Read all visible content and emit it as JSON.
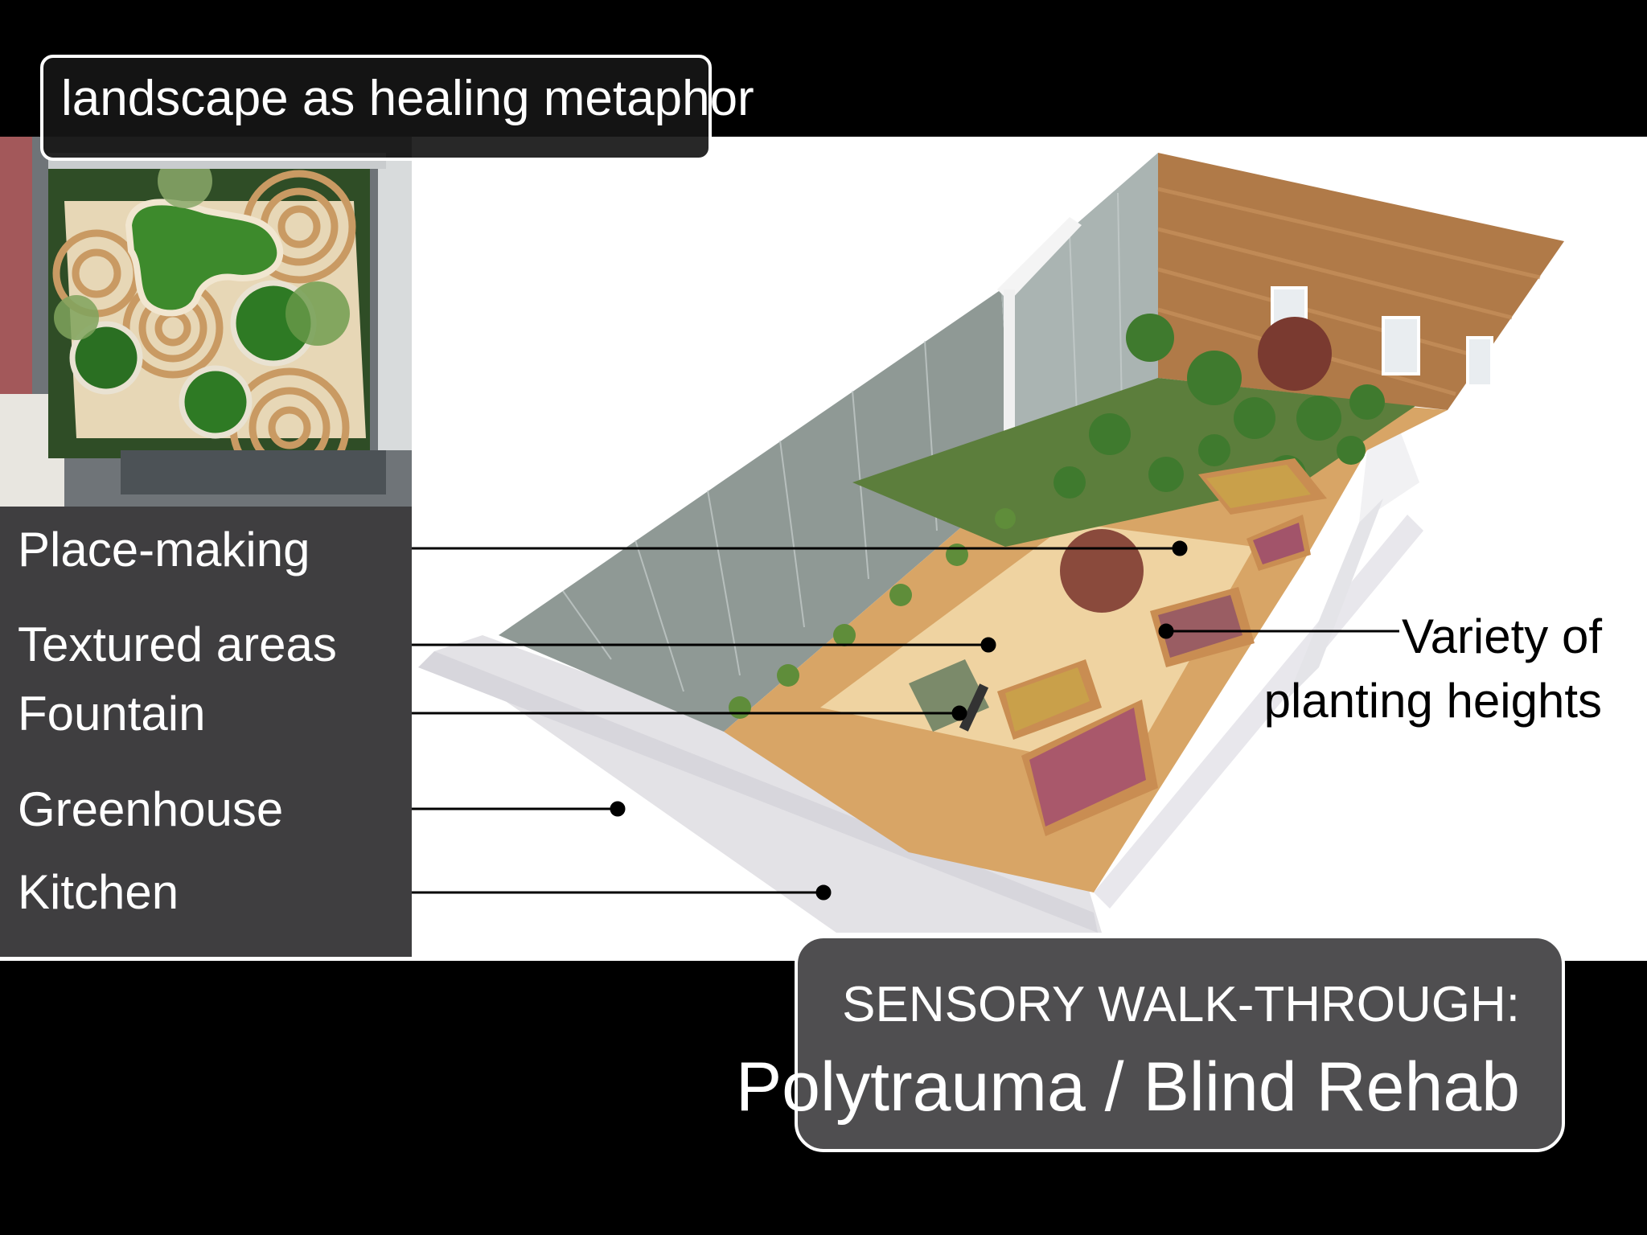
{
  "title": "landscape as healing metaphor",
  "labels": {
    "place_making": "Place-making",
    "textured_areas": "Textured areas",
    "fountain": "Fountain",
    "greenhouse": "Greenhouse",
    "kitchen": "Kitchen"
  },
  "right_label": {
    "line1": "Variety of",
    "line2": "planting heights"
  },
  "footer": {
    "subtitle": "SENSORY WALK-THROUGH:",
    "main_title": "Polytrauma / Blind Rehab"
  },
  "colors": {
    "background": "#000000",
    "panel": "#3f3e40",
    "footer_box": "#4f4e50",
    "wood_wall": "#b07a48",
    "planting_green": "#3f7a2e"
  }
}
